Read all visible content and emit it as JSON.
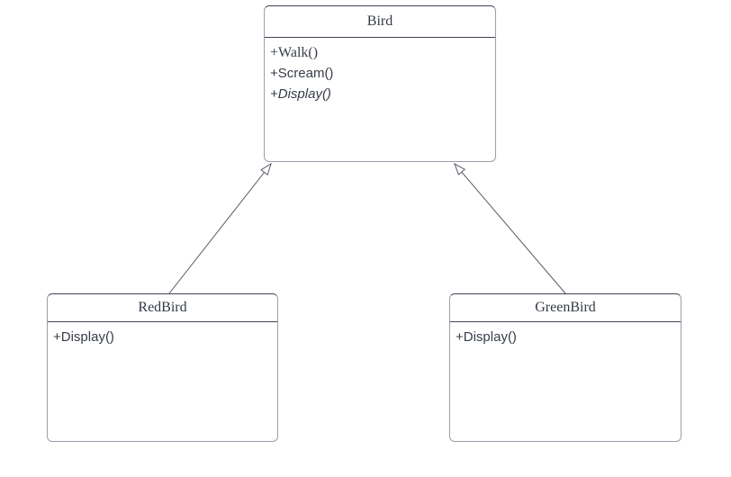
{
  "colors": {
    "background": "#ffffff",
    "box_fill": "#ffffff",
    "box_border": "#9aa0aa",
    "divider": "#3e4452",
    "text": "#333945",
    "connector": "#555a64"
  },
  "diagram": {
    "type": "uml-class-diagram",
    "classes": {
      "bird": {
        "title": "Bird",
        "methods": [
          {
            "text": "+Walk()",
            "abstract": false
          },
          {
            "text": "+Scream()",
            "abstract": false
          },
          {
            "text": "+Display()",
            "abstract": true
          }
        ]
      },
      "redbird": {
        "title": "RedBird",
        "methods": [
          {
            "text": "+Display()",
            "abstract": false
          }
        ]
      },
      "greenbird": {
        "title": "GreenBird",
        "methods": [
          {
            "text": "+Display()",
            "abstract": false
          }
        ]
      }
    },
    "relationships": [
      {
        "from": "RedBird",
        "to": "Bird",
        "type": "generalization",
        "arrowhead": "hollow-triangle"
      },
      {
        "from": "GreenBird",
        "to": "Bird",
        "type": "generalization",
        "arrowhead": "hollow-triangle"
      }
    ]
  }
}
